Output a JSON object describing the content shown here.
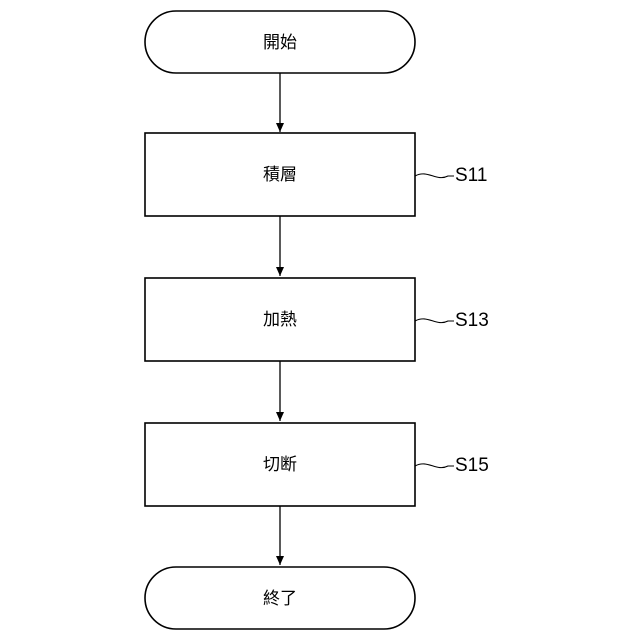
{
  "flowchart": {
    "start": {
      "label": "開始"
    },
    "steps": [
      {
        "label": "積層",
        "ref": "S11"
      },
      {
        "label": "加熱",
        "ref": "S13"
      },
      {
        "label": "切断",
        "ref": "S15"
      }
    ],
    "end": {
      "label": "終了"
    }
  },
  "colors": {
    "stroke": "#000000",
    "fill": "#ffffff",
    "text": "#000000"
  }
}
